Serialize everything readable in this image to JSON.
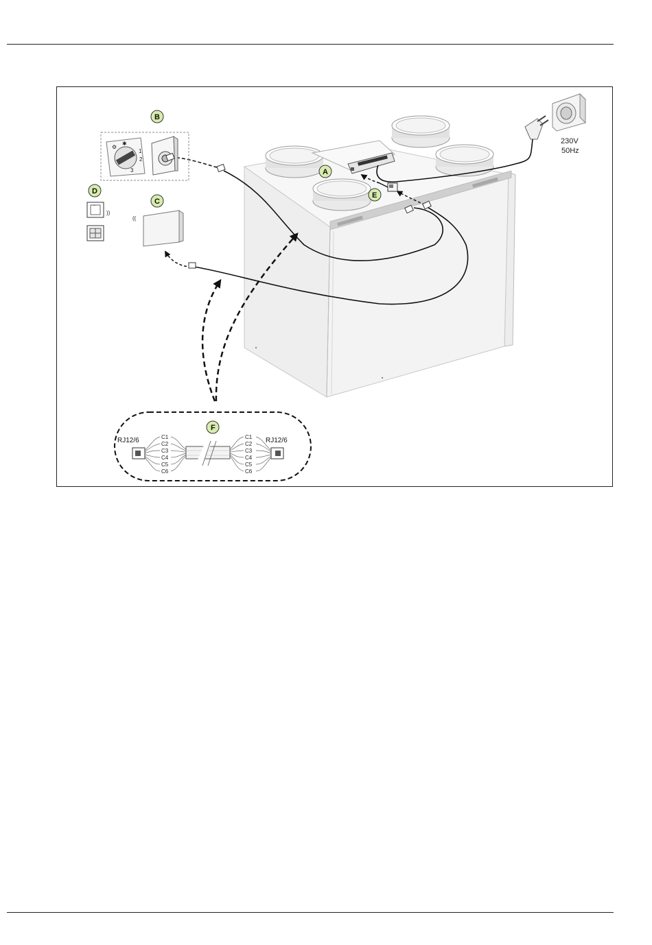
{
  "labels": {
    "a": "A",
    "b": "B",
    "c": "C",
    "d": "D",
    "e": "E",
    "f": "F"
  },
  "power": {
    "voltage": "230V",
    "frequency": "50Hz"
  },
  "cable": {
    "left_connector": "RJ12/6",
    "right_connector": "RJ12/6",
    "cores_left": [
      "C1",
      "C2",
      "C3",
      "C4",
      "C5",
      "C6"
    ],
    "cores_right": [
      "C1",
      "C2",
      "C3",
      "C4",
      "C5",
      "C6"
    ]
  },
  "switch_b_marks": [
    "1",
    "2",
    "3"
  ]
}
